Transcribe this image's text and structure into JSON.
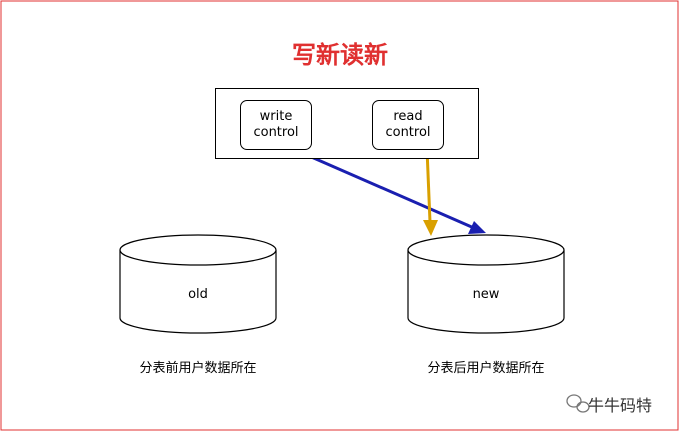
{
  "title": "写新读新",
  "nodes": {
    "write": "write\ncontrol",
    "read": "read\ncontrol"
  },
  "databases": {
    "old": "old",
    "new": "new"
  },
  "captions": {
    "old": "分表前用户数据所在",
    "new": "分表后用户数据所在"
  },
  "watermark": "牛牛码特",
  "colors": {
    "border": "#e03030",
    "title": "#e03030",
    "write_arrow": "#1a1fb0",
    "read_arrow": "#d9a000"
  }
}
